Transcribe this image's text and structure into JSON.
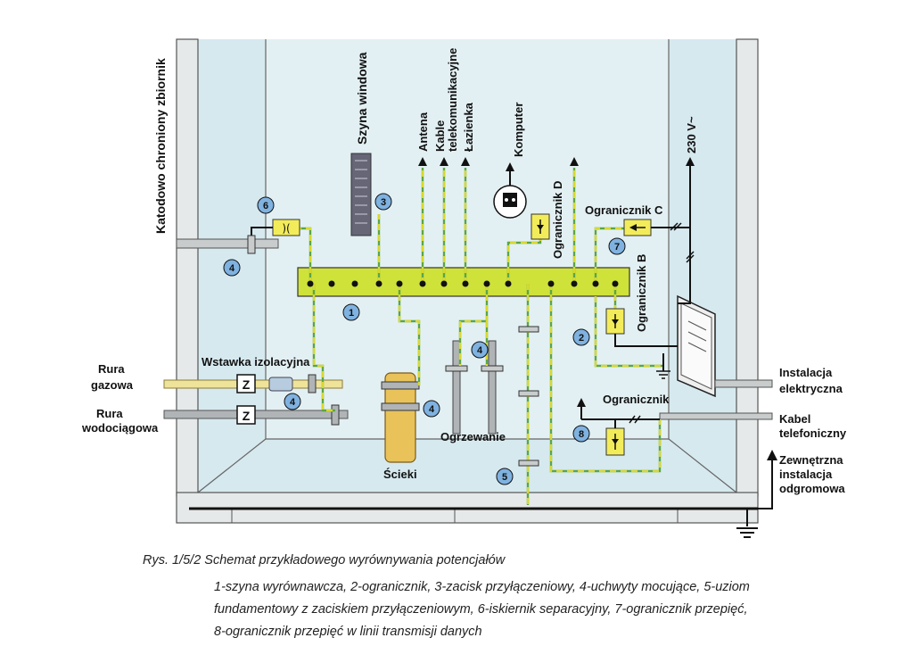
{
  "labels": {
    "katodowo": "Katodowo chroniony zbiornik",
    "szyna_windowa": "Szyna windowa",
    "antena": "Antena",
    "kable": "Kable",
    "telekom": "telekomunikacyjne",
    "lazienka": "Łazienka",
    "komputer": "Komputer",
    "ogr_d": "Ogranicznik D",
    "ogr_c": "Ogranicznik C",
    "v230": "230 V~",
    "ogr_b": "Ogranicznik B",
    "rura_gazowa_1": "Rura",
    "rura_gazowa_2": "gazowa",
    "rura_wod_1": "Rura",
    "rura_wod_2": "wodociągowa",
    "wstawka": "Wstawka izolacyjna",
    "scieki": "Ścieki",
    "ogrzewanie": "Ogrzewanie",
    "ogranicznik": "Ogranicznik",
    "inst_el_1": "Instalacja",
    "inst_el_2": "elektryczna",
    "kabel_tel_1": "Kabel",
    "kabel_tel_2": "telefoniczny",
    "zewn_1": "Zewnętrzna",
    "zewn_2": "instalacja",
    "zewn_3": "odgromowa",
    "z_symbol": "Z"
  },
  "markers": {
    "m1": "1",
    "m2": "2",
    "m3": "3",
    "m4": "4",
    "m5": "5",
    "m6": "6",
    "m7": "7",
    "m8": "8"
  },
  "caption": {
    "title": "Rys. 1/5/2 Schemat przykładowego wyrównywania potencjałów",
    "line1": "1-szyna wyrównawcza, 2-ogranicznik, 3-zacisk przyłączeniowy, 4-uchwyty mocujące, 5-uziom",
    "line2": "fundamentowy z zaciskiem przyłączeniowym, 6-iskiernik separacyjny, 7-ogranicznik przepięć,",
    "line3": "8-ogranicznik przepięć w linii transmisji danych"
  },
  "colors": {
    "room": "#d6e9ef",
    "wall": "#e4e8e8",
    "busbar": "#cfe23a",
    "device": "#f3ec5a",
    "marker": "#7fb2e0",
    "ground_wire": "#5aa54a",
    "ground_stripe": "#d7d830"
  }
}
